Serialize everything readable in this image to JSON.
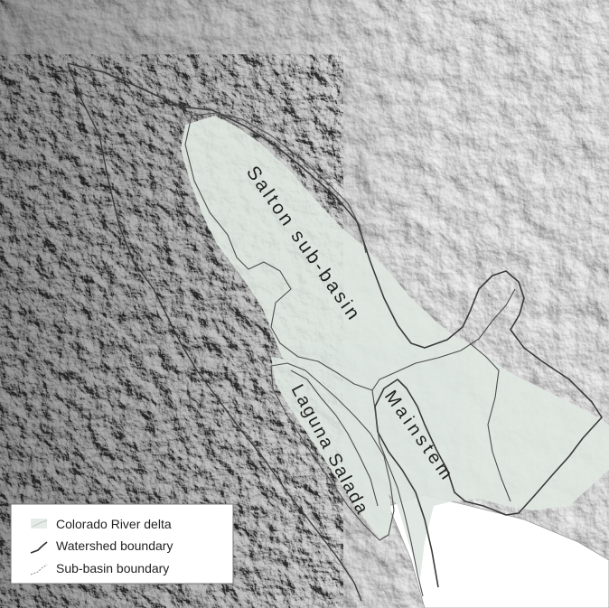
{
  "map": {
    "region_labels": {
      "salton": "Salton sub-basin",
      "mainstem": "Mainstem",
      "laguna": "Laguna Salada"
    },
    "legend": {
      "items": [
        {
          "label": "Colorado River delta",
          "symbol": "delta-fill-swatch"
        },
        {
          "label": "Watershed boundary",
          "symbol": "solid-line-swatch"
        },
        {
          "label": "Sub-basin boundary",
          "symbol": "thin-line-swatch"
        }
      ]
    },
    "colors": {
      "delta_fill": "#dfe7e1",
      "watershed_line": "#3a3a3a",
      "subbasin_line": "#5a5a5a",
      "water": "#ffffff",
      "terrain_light": "#e4e4e4",
      "terrain_dark": "#8c8c8c"
    }
  }
}
